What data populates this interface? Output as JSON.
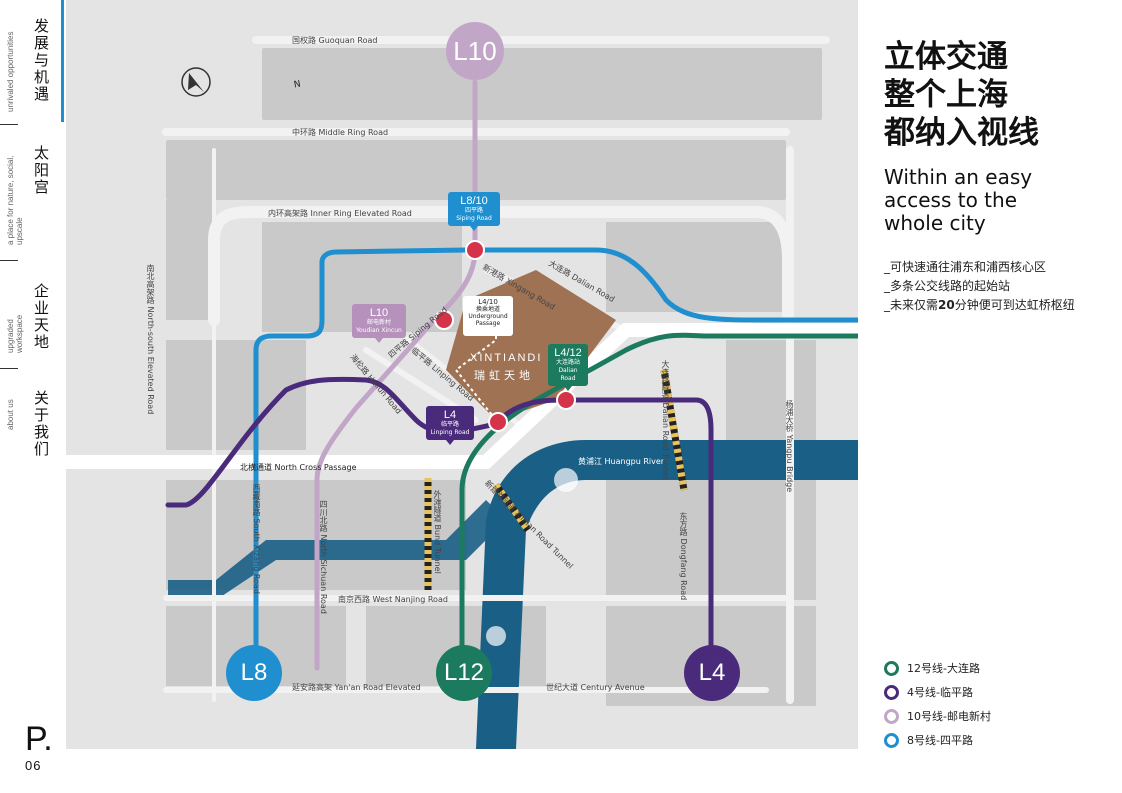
{
  "nav": {
    "sections": [
      {
        "cn": "发展与机遇",
        "en": "unrivaled opportunities"
      },
      {
        "cn": "太阳宫",
        "en": "a place for nature, social, upscale"
      },
      {
        "cn": "企业天地",
        "en": "upgraded workspace"
      },
      {
        "cn": "关于我们",
        "en": "about us"
      }
    ],
    "active_index": 0,
    "accent": "#1f8fd0"
  },
  "page": {
    "letter": "P.",
    "number": "06"
  },
  "title": [
    "立体交通",
    "整个上海",
    "都纳入视线"
  ],
  "subtitle": [
    "Within an easy",
    "access to the",
    "whole city"
  ],
  "bullets": [
    {
      "text": "_可快速通往浦东和浦西核心区"
    },
    {
      "text": "_多条公交线路的起始站"
    },
    {
      "pre": "_未来仅需",
      "bold": "20",
      "post": "分钟便可到达虹桥枢纽"
    }
  ],
  "legend": [
    {
      "label": "12号线-大连路",
      "color": "#1c7a5e"
    },
    {
      "label": "4号线-临平路",
      "color": "#4a2a7a"
    },
    {
      "label": "10号线-邮电新村",
      "color": "#c2a6c8"
    },
    {
      "label": "8号线-四平路",
      "color": "#1f8fd0"
    }
  ],
  "map": {
    "compass": "N",
    "roads": {
      "guoquan": "国权路 Guoquan Road",
      "middle_ring": "中环路 Middle Ring Road",
      "inner_ring": "内环高架路 Inner Ring Elevated Road",
      "north_south": "南北高架路 North-south Elevated Road",
      "xingang": "新港路 Xingang Road",
      "dalian": "大连路 Dalian Road",
      "siping": "四平路 Siping Road",
      "hailun": "海伦路 Hailun Road",
      "linping": "临平路 Linping Road",
      "north_cross": "北横通道 North Cross Passage",
      "south_xizang": "西藏南路 South Xizang Road",
      "north_sichuan": "四川北路 North Sichuan Road",
      "bund_tunnel": "外滩隧道 Bund Tunnel",
      "xinjian": "新建路隧道 Xinjian Road Tunnel",
      "huangpu": "黄浦江 Huangpu River",
      "dalian_tunnel": "大连路隧道 Dalian Road Tunnel",
      "dongfang": "东方路 Dongfang Road",
      "yangpu": "杨浦大桥 Yangpu Bridge",
      "west_nanjing": "南京西路 West Nanjing Road",
      "yanan": "延安路高架 Yan'an Road Elevated",
      "century": "世纪大道 Century Avenue"
    },
    "badges": {
      "l10": "L10",
      "l8": "L8",
      "l12": "L12",
      "l4": "L4"
    },
    "callouts": {
      "siping": {
        "code": "L8/10",
        "cn": "四平路",
        "en": "Siping Road"
      },
      "youdian": {
        "code": "L10",
        "cn": "邮电新村",
        "en": "Youdian Xincun"
      },
      "underground": {
        "code": "L4/10",
        "cn": "换乘地道",
        "en": "Underground Passage"
      },
      "dalian": {
        "code": "L4/12",
        "cn": "大连路站",
        "en": "Dalian Road"
      },
      "linping": {
        "code": "L4",
        "cn": "临平路",
        "en": "Linping Road"
      }
    },
    "xintiandi": {
      "en": "XINTIANDI",
      "cn": "瑞虹天地"
    },
    "colors": {
      "l8": "#1f8fd0",
      "l10": "#c2a6c8",
      "l12": "#1c7a5e",
      "l4": "#4a2a7a",
      "site": "#9e7253",
      "river": "#1a5f86",
      "block": "#c9c9c9",
      "road": "#f0f0f0",
      "metro_icon": "#d4334a"
    }
  }
}
